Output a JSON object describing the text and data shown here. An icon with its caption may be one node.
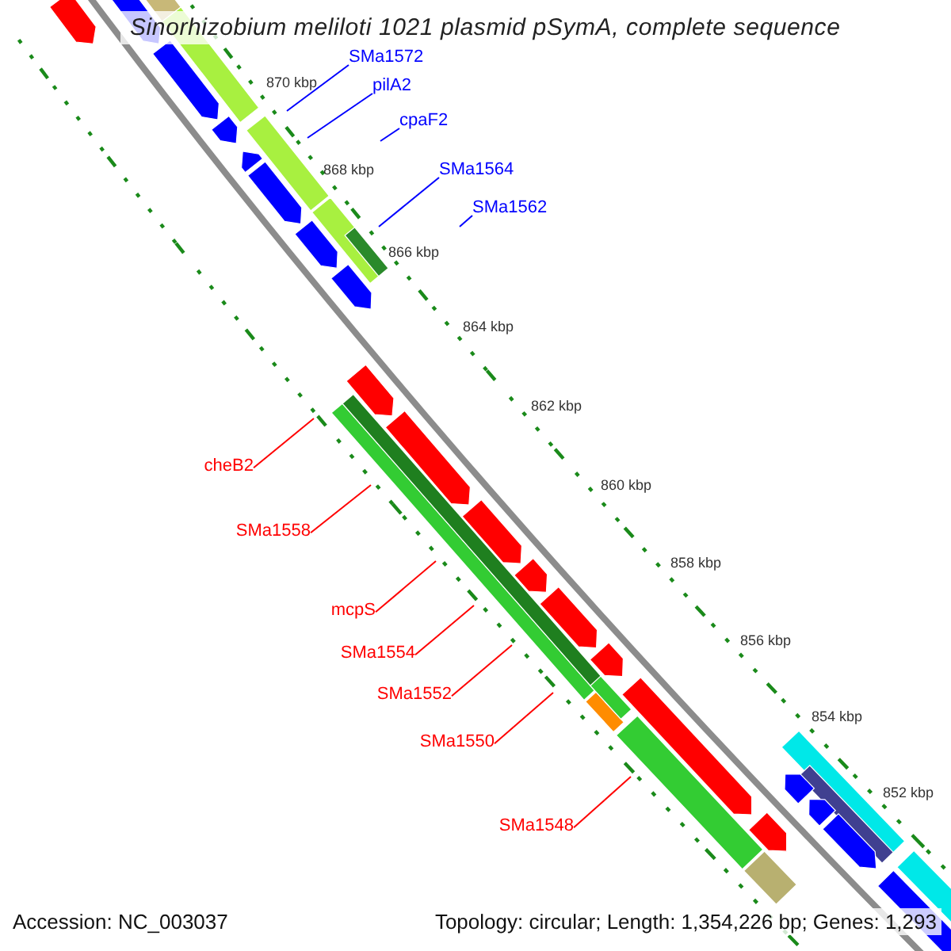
{
  "diagram": {
    "title": "Sinorhizobium meliloti 1021 plasmid pSymA, complete sequence",
    "nodes": [
      {
        "text": [
          "SMa1572"
        ]
      },
      {
        "text": [
          "pilA2"
        ]
      },
      {
        "text": [
          "cpaF2"
        ]
      },
      {
        "text": [
          "SMa1564"
        ]
      },
      {
        "text": [
          "SMa1562"
        ]
      },
      {
        "text": [
          "cheB2"
        ]
      },
      {
        "text": [
          "SMa1558"
        ]
      },
      {
        "text": [
          "mcpS"
        ]
      },
      {
        "text": [
          "SMa1554"
        ]
      },
      {
        "text": [
          "SMa1552"
        ]
      },
      {
        "text": [
          "SMa1550"
        ]
      },
      {
        "text": [
          "SMa1548"
        ]
      }
    ],
    "edges": [
      {
        "from": 0,
        "to": null,
        "arrow": "none",
        "color": "#0000ff"
      },
      {
        "from": 1,
        "to": null,
        "arrow": "none",
        "color": "#0000ff"
      },
      {
        "from": 2,
        "to": null,
        "arrow": "none",
        "color": "#0000ff"
      },
      {
        "from": 3,
        "to": null,
        "arrow": "none",
        "color": "#0000ff"
      },
      {
        "from": 4,
        "to": null,
        "arrow": "none",
        "color": "#0000ff"
      },
      {
        "from": 5,
        "to": null,
        "arrow": "none"
      },
      {
        "from": 6,
        "to": null,
        "arrow": "none"
      },
      {
        "from": 7,
        "to": null,
        "arrow": "none"
      },
      {
        "from": 8,
        "to": null,
        "arrow": "none"
      },
      {
        "from": 9,
        "to": null,
        "arrow": "none"
      },
      {
        "from": 10,
        "to": null,
        "arrow": "none"
      },
      {
        "from": 11,
        "to": null,
        "arrow": "none"
      }
    ],
    "labels": [
      "870 kbp",
      "868 kbp",
      "866 kbp",
      "864 kbp",
      "862 kbp",
      "860 kbp",
      "858 kbp",
      "856 kbp",
      "854 kbp",
      "852 kbp",
      "Accession: NC_003037",
      "Topology: circular; Length: 1,354,226 bp; Genes: 1,293"
    ]
  }
}
